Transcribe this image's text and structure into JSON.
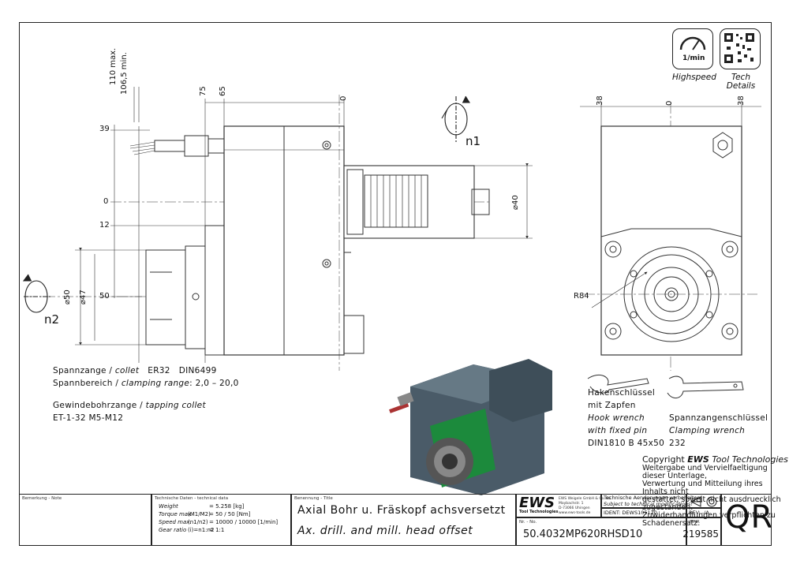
{
  "dimensions": {
    "top": [
      "110 max.",
      "106,5 min.",
      "75",
      "65",
      "0"
    ],
    "left": [
      "39",
      "0",
      "12",
      "50"
    ],
    "right_top": [
      "38",
      "0",
      "38"
    ],
    "diameters": [
      "⌀40",
      "⌀50",
      "⌀47"
    ],
    "radius": "R84",
    "rotation_n1": "n1",
    "rotation_n2": "n2"
  },
  "icons": {
    "highspeed_unit": "1/min",
    "highspeed_caption": "Highspeed",
    "tech_caption_1": "Tech",
    "tech_caption_2": "Details"
  },
  "collet": {
    "line1_de": "Spannzange /",
    "line1_en": "collet",
    "line1_val": "ER32",
    "line1_norm": "DIN6499",
    "line2_de": "Spannbereich /",
    "line2_en": "clamping range",
    "line2_val": ": 2,0 – 20,0",
    "line3_de": "Gewindebohrzange /",
    "line3_en": "tapping collet",
    "line4": "ET-1-32   M5-M12"
  },
  "hook_wrench": {
    "l1": "Hakenschlüssel",
    "l2": "mit Zapfen",
    "l3": "Hook wrench",
    "l4": "with fixed pin",
    "l5": "DIN1810 B 45x50"
  },
  "clamping_wrench": {
    "l1": "Spannzangenschlüssel",
    "l2": "Clamping wrench",
    "l3": "232"
  },
  "copyright": {
    "head_a": "Copyright ",
    "head_b": "EWS",
    "head_c": " Tool Technologies",
    "l1": "Weitergabe und Vervielfaeltigung dieser Unterlage,",
    "l2": "Verwertung und Mitteilung ihres Inhalts nicht",
    "l3": "gestattet, soweit nicht ausdruecklich zugestanden.",
    "l4": "Zuwiderhandlungen verpflichten zu Schadenersatz."
  },
  "title_block": {
    "remark_label": "Bemerkung - Note",
    "tech_label": "Technische Daten - technical data",
    "tech_rows": [
      {
        "k": "Weight",
        "u": "",
        "v": "=  5.258 [kg]"
      },
      {
        "k": "Torque max.",
        "u": "(M1/M2)",
        "v": "=  50 / 50 [Nm]"
      },
      {
        "k": "Speed max.",
        "u": "(n1/n2)",
        "v": "=  10000 / 10000 [1/min]"
      },
      {
        "k": "Gear ratio",
        "u": "(i)=n1:n2",
        "v": "=  1:1"
      }
    ],
    "name_label": "Benennung - Title",
    "title_de": "Axial Bohr u. Fräskopf achsversetzt",
    "title_en": "Ax. drill. and mill. head offset",
    "logo": "EWS",
    "logo_sub": "Tool Technologies",
    "company_l1": "EWS Weigele GmbH & Co. KG",
    "company_l2": "Maybachstr. 1",
    "company_l3": "D-73066 Uhingen",
    "company_l4": "www.ews-tools.de",
    "notice_de": "Technische Aenderungen vorbehalten!",
    "notice_en": "Subject to technical modifications!",
    "ident_label": "IDENT:",
    "ident_value": "DEWS105120",
    "rev_label": "REV:",
    "rev_value": "-/A",
    "nr_label": "Nr. - No.",
    "part_number": "50.4032MP620RHSD10",
    "mnr_label": "MNR",
    "mnr_value": "219585",
    "qr_text": "QR"
  }
}
